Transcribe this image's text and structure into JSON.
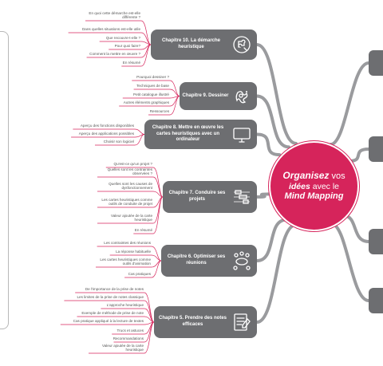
{
  "center": {
    "word1": "Organisez",
    "word2": "vos",
    "word3": "idées",
    "word4": "avec le",
    "word5": "Mind Mapping"
  },
  "colors": {
    "accent": "#d6245b",
    "box": "#6d6e71",
    "branch": "#9a9b9e"
  },
  "chapters": [
    {
      "title": "Chapitre 10. La démarche heuristique",
      "icon": "puzzle-icon",
      "leaves": [
        "En quoi cette démarche est-elle différente ?",
        "Dans quelles situations est-elle utile",
        "Que recouvre-t-elle ?",
        "Pour quoi faire?",
        "Comment la mettre en œuvre ?",
        "En résumé"
      ]
    },
    {
      "title": "Chapitre 9. Dessiner",
      "icon": "paint-splash-icon",
      "leaves": [
        "Pourquoi dessiner ?",
        "Techniques de base",
        "Petit catalogue illustré",
        "Autres éléments graphiques",
        "Ressources"
      ]
    },
    {
      "title": "Chapitre 8. Mettre en œuvre les cartes heuristiques avec un ordinateur",
      "icon": "monitor-icon",
      "leaves": [
        "Aperçu des fonctions disponibles",
        "Aperçu des applications possibles",
        "Choisir son logiciel"
      ]
    },
    {
      "title": "Chapitre 7. Conduire ses projets",
      "icon": "gantt-icon",
      "leaves": [
        "Qu'est-ce qu'un projet ?",
        "Quelles sont les contraintes observées ?",
        "Quelles sont les causes de dysfonctionnement",
        "Les cartes heuristiques comme outils de conduite de projet",
        "Valeur ajoutée de la carte heuristique",
        "En résumé"
      ]
    },
    {
      "title": "Chapitre 6. Optimiser ses réunions",
      "icon": "meeting-icon",
      "leaves": [
        "Les contraintes des réunions",
        "La réponse habituelle",
        "Les cartes heuristiques comme outils d'animation",
        "Cas pratiques"
      ]
    },
    {
      "title": "Chapitre 5. Prendre des notes efficaces",
      "icon": "notes-icon",
      "leaves": [
        "De l'importance de la prise de notes",
        "Les limites de la prise de notes classique",
        "L'approche heuristique",
        "Exemple de méthode de prise de note",
        "Cas pratique appliqué à la lecture de textes",
        "Trucs et astuces",
        "Recommandations",
        "Valeur ajoutée de la carte heuristique"
      ]
    }
  ]
}
